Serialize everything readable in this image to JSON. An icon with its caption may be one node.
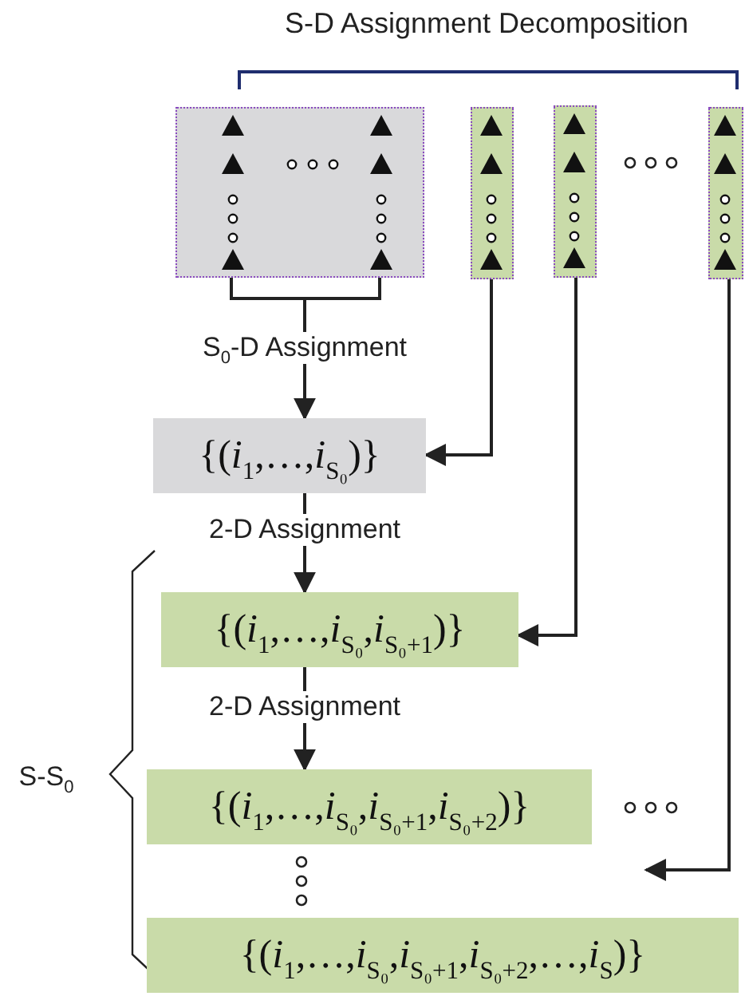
{
  "diagram": {
    "title": "S-D Assignment Decomposition",
    "nodes": [
      {
        "text": [],
        "shape": "box"
      },
      {
        "text": [],
        "shape": "box"
      },
      {
        "text": [],
        "shape": "box"
      },
      {
        "text": [],
        "shape": "box"
      },
      {
        "text": [
          "{(*i*$_{1}$,…,*i*$_{S₀}$)}"
        ]
      },
      {
        "text": [
          "{(*i*$_{1}$,…,*i*$_{S₀}$,*i*$_{S₀+1}$)}"
        ]
      },
      {
        "text": [
          "{(*i*$_{1}$,…,*i*$_{S₀}$,*i*$_{S₀+1}$,*i*$_{S₀+2}$)}"
        ]
      },
      {
        "text": [
          "{(*i*$_{1}$,…,*i*$_{S₀}$,*i*$_{S₀+1}$,*i*$_{S₀+2}$,…,*i*$_{S}$)}"
        ]
      }
    ],
    "edges": [
      {
        "from": 0,
        "to": 4,
        "arrow": "to",
        "label": "S$_{0}$-D Assignment"
      },
      {
        "from": 1,
        "to": 4,
        "arrow": "to"
      },
      {
        "from": 4,
        "to": 5,
        "arrow": "to",
        "label": "2-D Assignment"
      },
      {
        "from": 2,
        "to": 5,
        "arrow": "to"
      },
      {
        "from": 5,
        "to": 6,
        "arrow": "to",
        "label": "2-D Assignment"
      },
      {
        "from": 3,
        "to": null,
        "arrow": "to"
      }
    ],
    "labels": [
      "S-S$_{0}$"
    ]
  }
}
